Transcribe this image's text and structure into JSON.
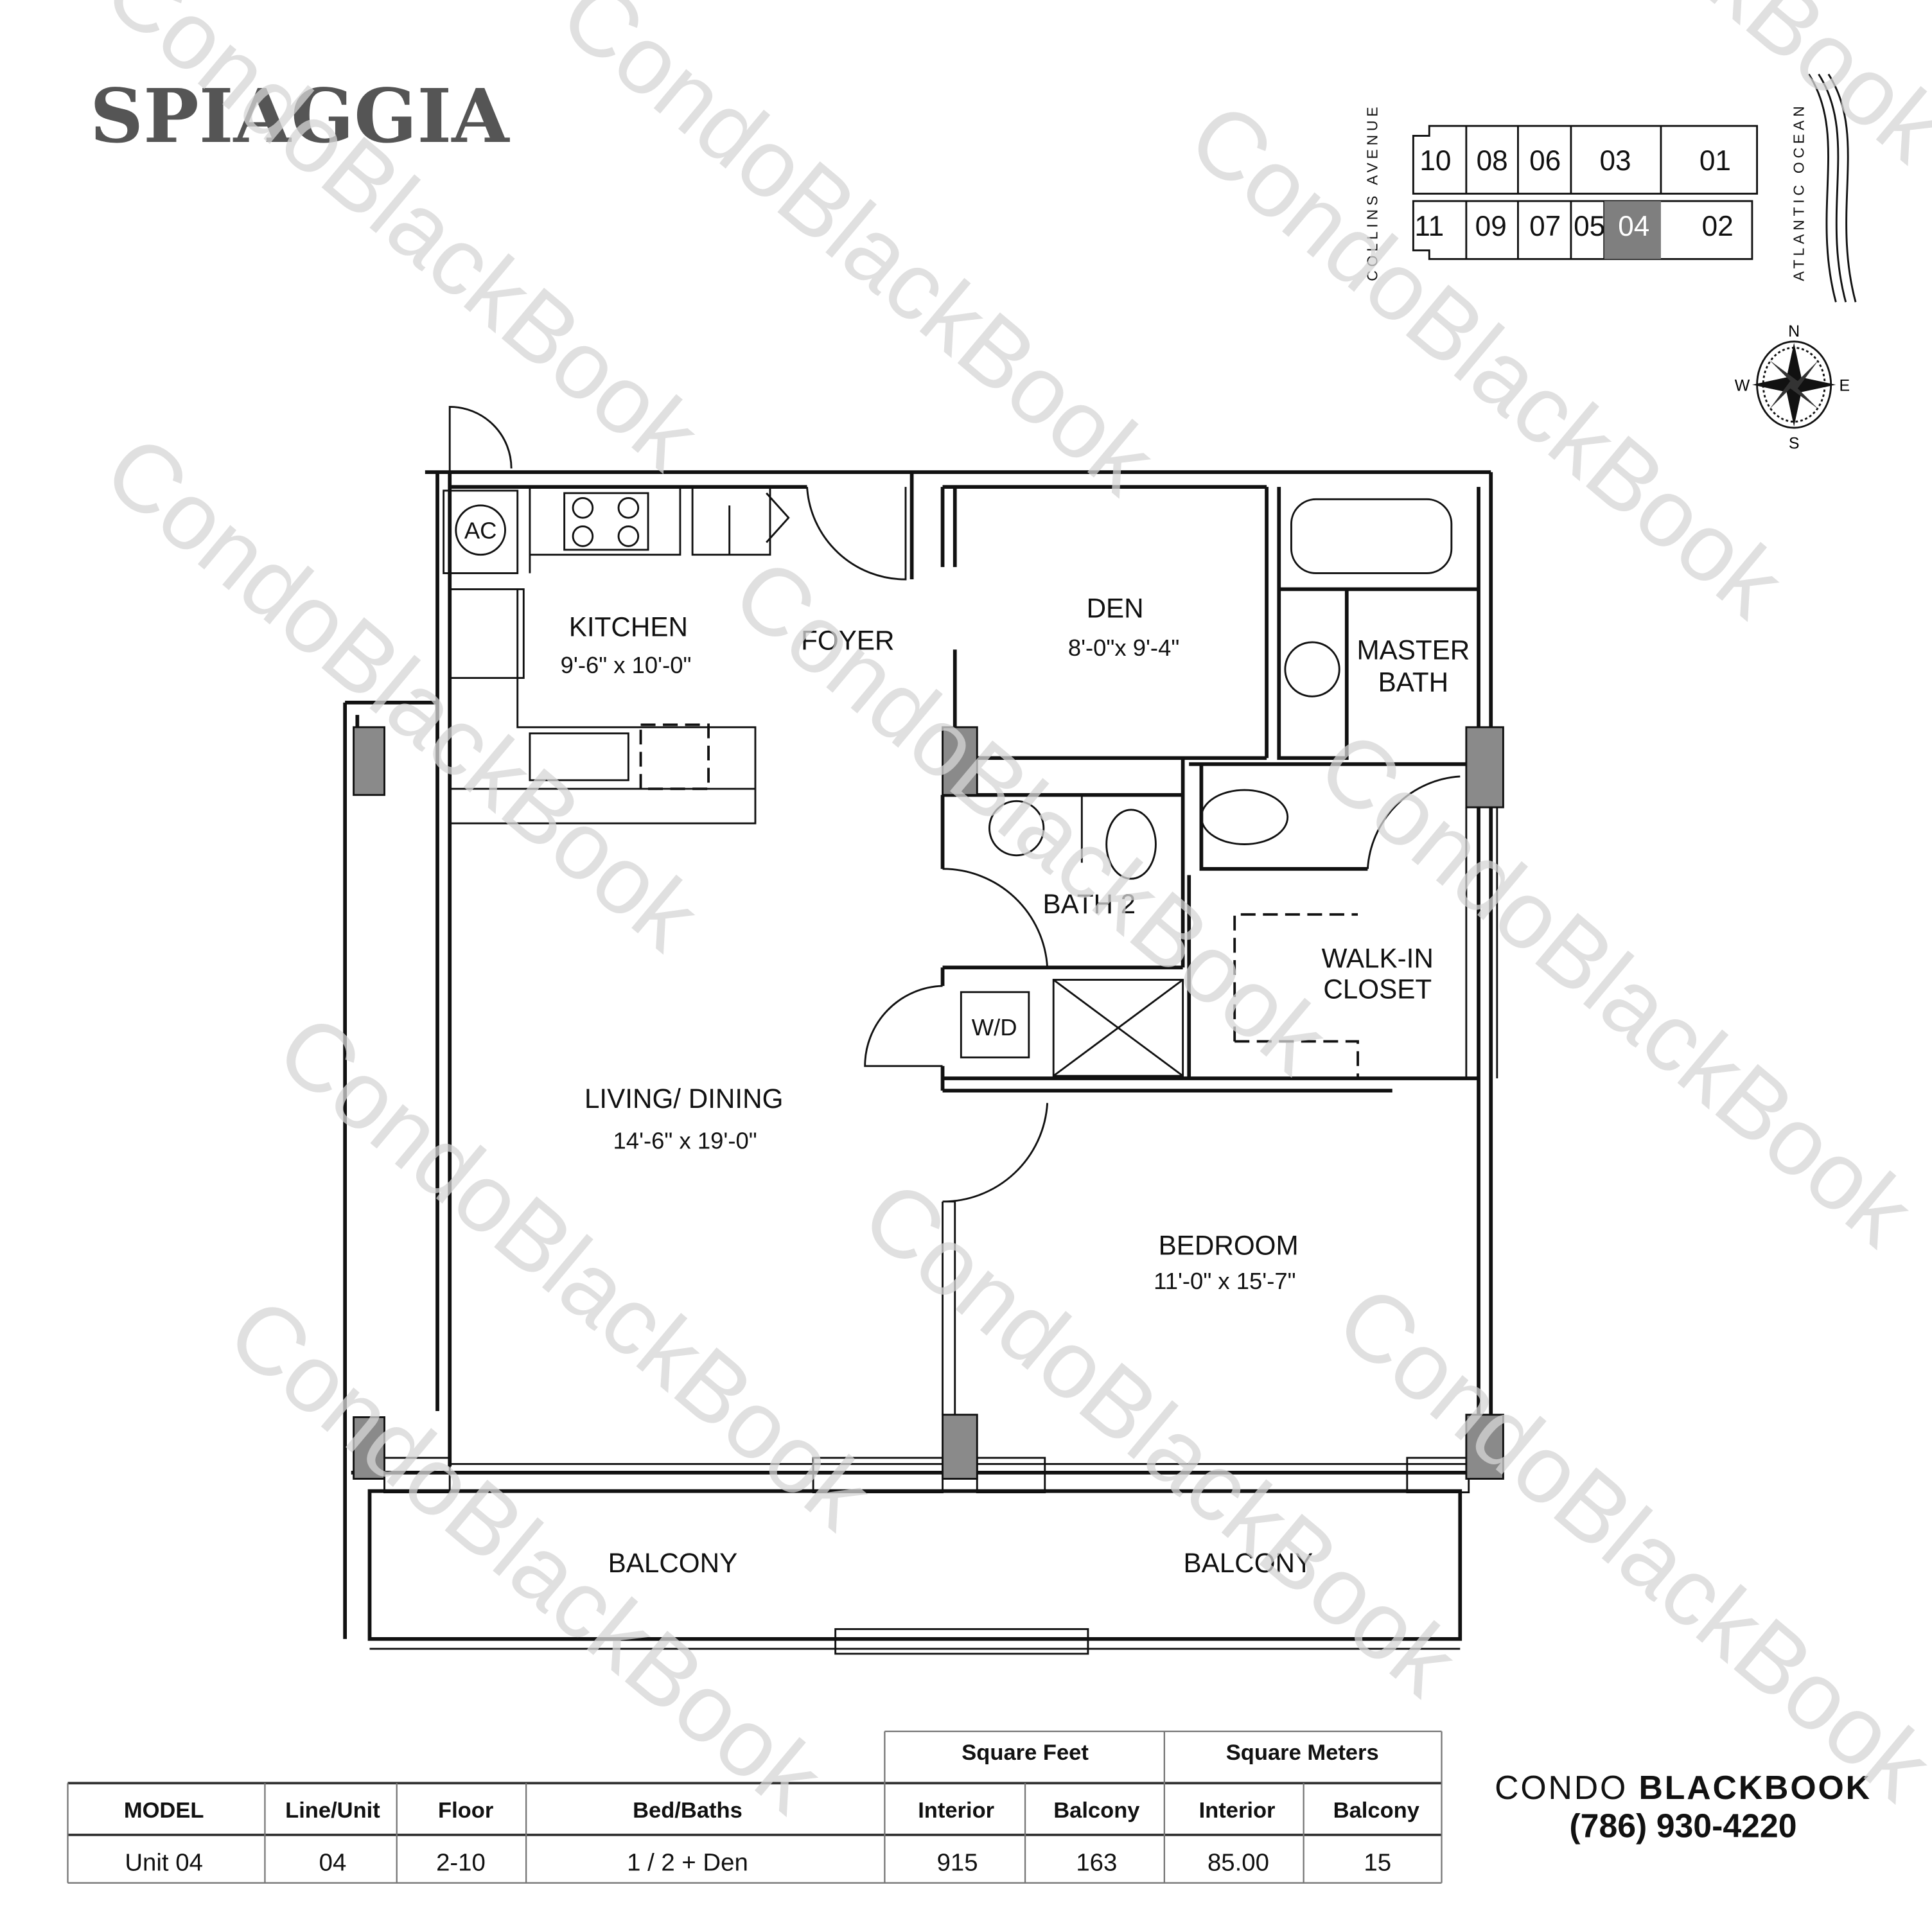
{
  "title": "SPIAGGIA",
  "keyplan": {
    "street_label": "COLLINS AVENUE",
    "ocean_label": "ATLANTIC OCEAN",
    "units_top": [
      "10",
      "08",
      "06",
      "03",
      "01"
    ],
    "units_bottom": [
      "11",
      "09",
      "07",
      "05",
      "04",
      "02"
    ],
    "highlighted_unit": "04",
    "highlight_color": "#7f7f7f"
  },
  "compass": {
    "n": "N",
    "s": "S",
    "e": "E",
    "w": "W"
  },
  "rooms": {
    "kitchen": {
      "name": "KITCHEN",
      "dims": "9'-6\" x 10'-0\""
    },
    "foyer": {
      "name": "FOYER"
    },
    "den": {
      "name": "DEN",
      "dims": "8'-0\"x 9'-4\""
    },
    "master_bath_1": "MASTER",
    "master_bath_2": "BATH",
    "bath2": {
      "name": "BATH 2"
    },
    "walkin_1": "WALK-IN",
    "walkin_2": "CLOSET",
    "living": {
      "name": "LIVING/ DINING",
      "dims": "14'-6\" x 19'-0\""
    },
    "bedroom": {
      "name": "BEDROOM",
      "dims": "11'-0\" x 15'-7\""
    },
    "balcony_left": "BALCONY",
    "balcony_right": "BALCONY",
    "ac": "AC",
    "wd": "W/D"
  },
  "table": {
    "group_headers": [
      "Square Feet",
      "Square Meters"
    ],
    "headers": [
      "MODEL",
      "Line/Unit",
      "Floor",
      "Bed/Baths",
      "Interior",
      "Balcony",
      "Interior",
      "Balcony"
    ],
    "row": [
      "Unit 04",
      "04",
      "2-10",
      "1 / 2 + Den",
      "915",
      "163",
      "85.00",
      "15"
    ]
  },
  "brand": {
    "name_light": "CONDO ",
    "name_bold": "BLACKBOOK",
    "phone": "(786) 930-4220"
  },
  "watermark": "CondoBlackBook",
  "colors": {
    "column_fill": "#8a8a8a",
    "title": "#555555",
    "watermark": "#d6d6d6"
  }
}
